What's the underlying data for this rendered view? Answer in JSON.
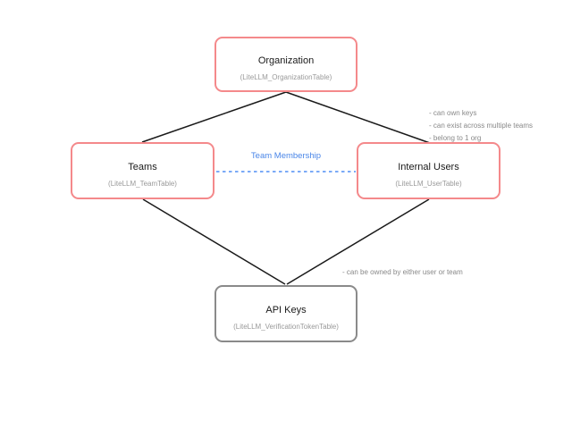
{
  "diagram": {
    "nodes": {
      "organization": {
        "title": "Organization",
        "subtitle": "(LiteLLM_OrganizationTable)"
      },
      "teams": {
        "title": "Teams",
        "subtitle": "(LiteLLM_TeamTable)"
      },
      "internal_users": {
        "title": "Internal Users",
        "subtitle": "(LiteLLM_UserTable)"
      },
      "api_keys": {
        "title": "API Keys",
        "subtitle": "(LiteLLM_VerificationTokenTable)"
      }
    },
    "edge_labels": {
      "team_membership": "Team Membership"
    },
    "annotations": {
      "internal_users_notes": [
        "- can own keys",
        "- can exist across multiple teams",
        "- belong to 1 org"
      ],
      "api_keys_note": "- can be owned by either user or team"
    },
    "colors": {
      "node_border_red": "#f4898b",
      "node_border_gray": "#8a8a8a",
      "edge_black": "#1a1a1a",
      "edge_label_blue": "#4a86e8",
      "dashed_edge_blue": "#7baaf7",
      "subtitle_gray": "#999999",
      "annotation_gray": "#888888",
      "background": "#ffffff"
    }
  }
}
